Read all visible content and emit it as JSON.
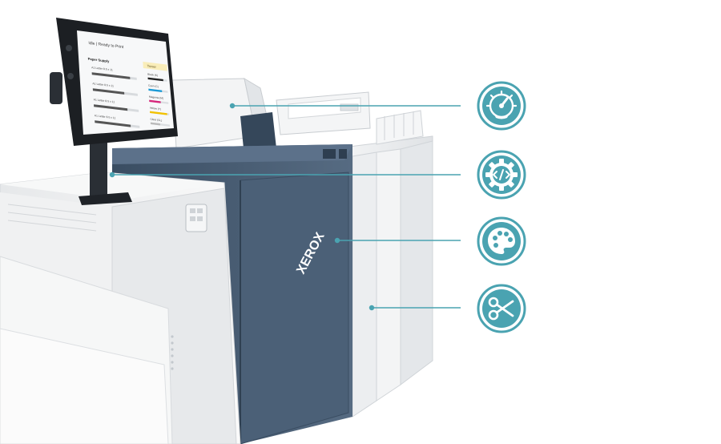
{
  "colors": {
    "accent": "#4aa3b1",
    "accent_dark": "#3b8f9c",
    "printer_blue": "#475c72",
    "printer_blue_dark": "#33475c",
    "printer_white": "#f2f3f4",
    "screen_bg": "#f7f8f9"
  },
  "screen": {
    "status": "Idle | Ready to Print",
    "panel_left_title": "Paper Supply",
    "panel_right_title": "Toner",
    "trays": [
      {
        "label": "A1 Letter 8.5 x 11",
        "level": 0.85
      },
      {
        "label": "A1 Letter 8.5 x 11",
        "level": 0.7
      },
      {
        "label": "A1 Letter 8.5 x 11",
        "level": 0.75
      },
      {
        "label": "A1 Letter 8.5 x 11",
        "level": 0.8
      }
    ],
    "toners": [
      {
        "label": "Black (K)",
        "color": "#222222",
        "level": 0.8
      },
      {
        "label": "Cyan (C)",
        "color": "#1a9ad6",
        "level": 0.7
      },
      {
        "label": "Magenta (M)",
        "color": "#d6267a",
        "level": 0.6
      },
      {
        "label": "Yellow (Y)",
        "color": "#f2c200",
        "level": 0.9
      },
      {
        "label": "Clear (CL)",
        "color": "#bbbbbb",
        "level": 0.5
      }
    ]
  },
  "brand": {
    "logo_text": "XEROX"
  },
  "callouts": [
    {
      "icon": "gauge-icon"
    },
    {
      "icon": "gear-code-icon"
    },
    {
      "icon": "palette-icon"
    },
    {
      "icon": "scissors-icon"
    }
  ]
}
